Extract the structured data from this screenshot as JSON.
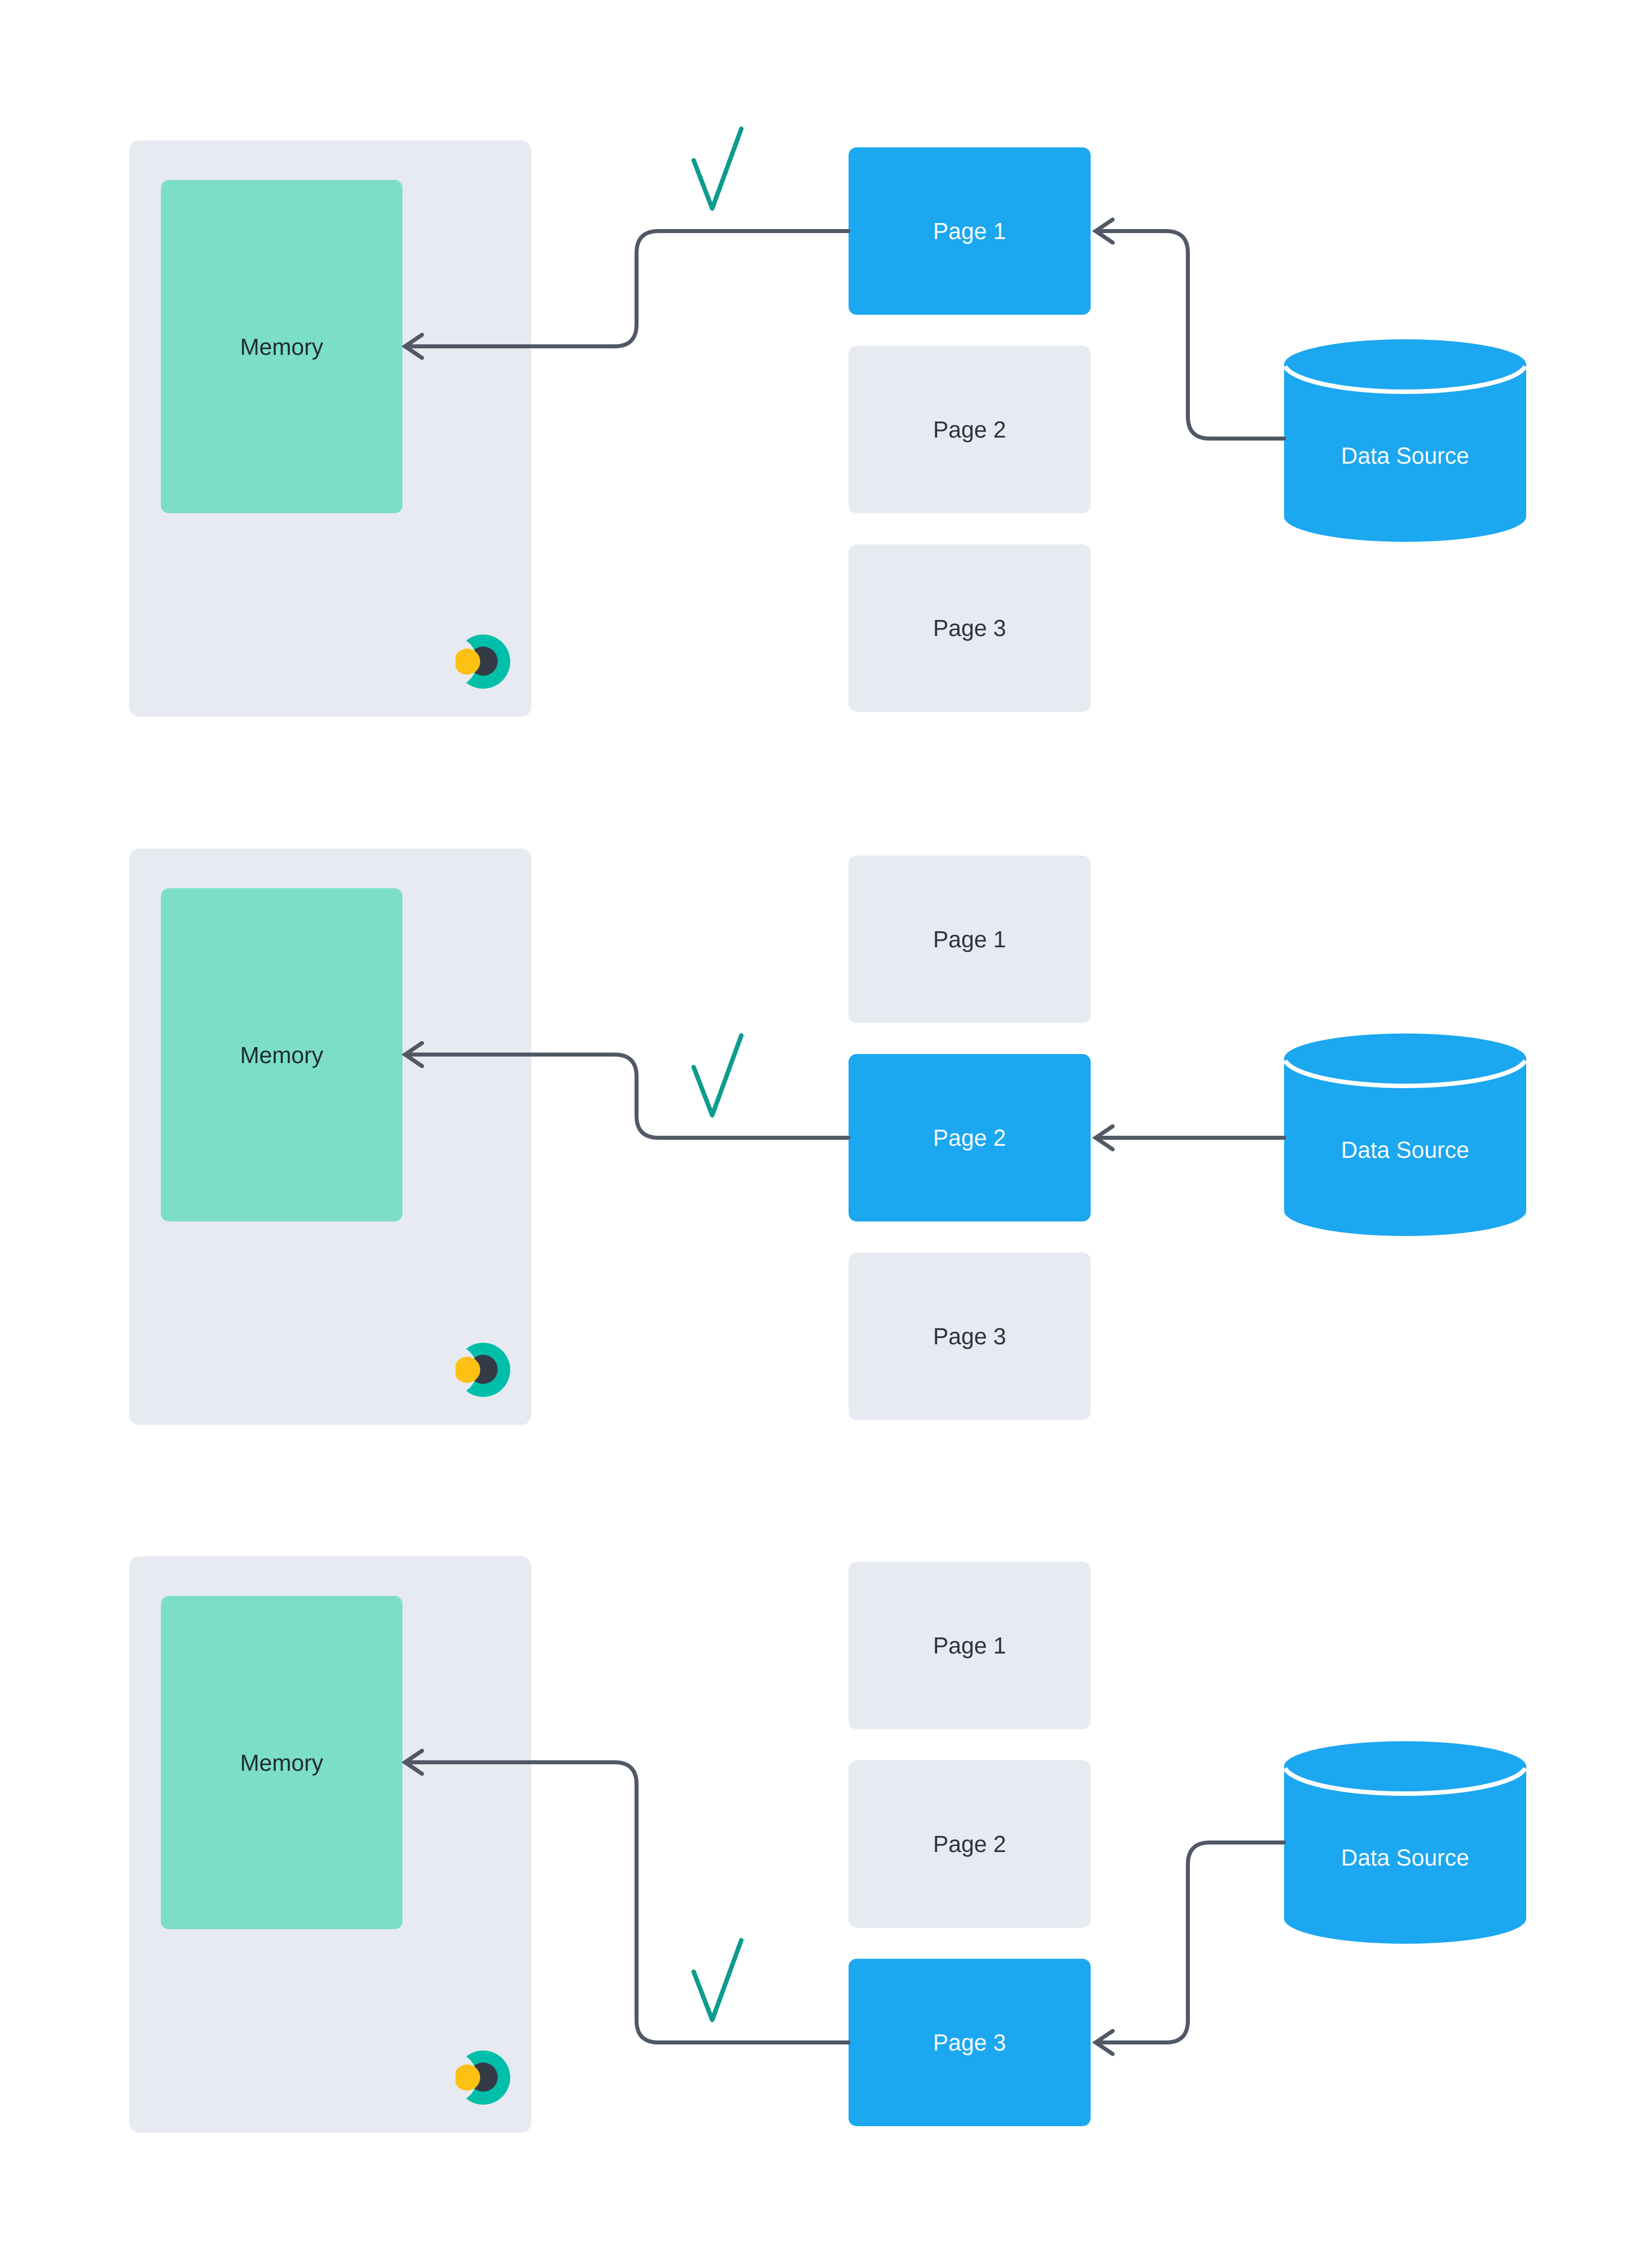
{
  "diagram": {
    "rows": [
      {
        "memory_label": "Memory",
        "pages": [
          "Page 1",
          "Page 2",
          "Page 3"
        ],
        "active_page": "Page 1",
        "data_source_label": "Data Source"
      },
      {
        "memory_label": "Memory",
        "pages": [
          "Page 1",
          "Page 2",
          "Page 3"
        ],
        "active_page": "Page 2",
        "data_source_label": "Data Source"
      },
      {
        "memory_label": "Memory",
        "pages": [
          "Page 1",
          "Page 2",
          "Page 3"
        ],
        "active_page": "Page 3",
        "data_source_label": "Data Source"
      }
    ],
    "icons": {
      "logo": "eclipse-logo-icon",
      "check": "check-icon",
      "database": "database-cylinder-icon",
      "arrow": "arrow-left-icon"
    },
    "colors": {
      "accent_blue": "#1ca7f1",
      "mint_green": "#7ddec7",
      "panel_gray": "#e7eaf1",
      "connector_slate": "#515866",
      "check_teal": "#0c9c8d",
      "logo_teal": "#00bfa9",
      "logo_dark": "#343b47",
      "logo_yellow": "#fcc113",
      "background": "#ffffff"
    }
  }
}
